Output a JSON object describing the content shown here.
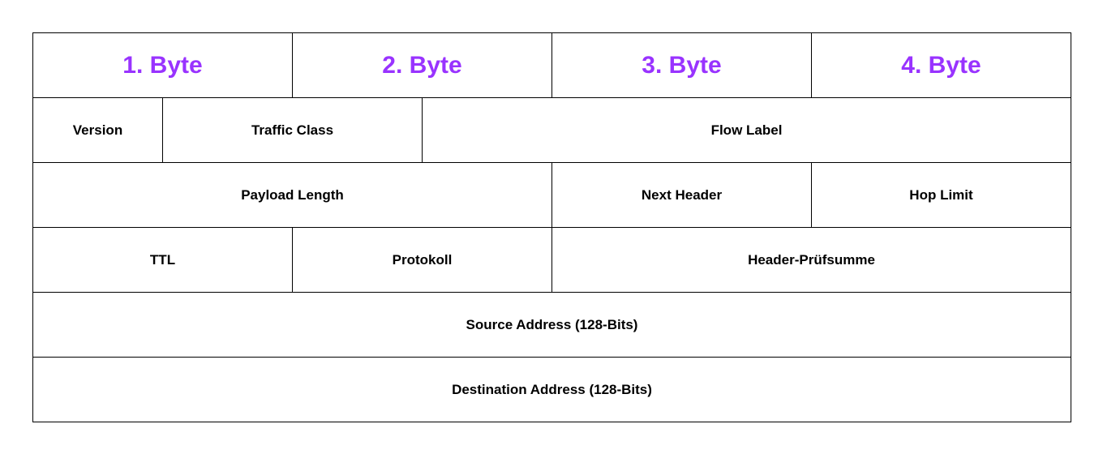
{
  "colors": {
    "byte_header": "#9933ff",
    "border": "#000000",
    "text": "#000000"
  },
  "byte_headers": [
    "1. Byte",
    "2. Byte",
    "3. Byte",
    "4. Byte"
  ],
  "rows": {
    "row1": [
      "Version",
      "Traffic Class",
      "Flow Label"
    ],
    "row2": [
      "Payload Length",
      "Next Header",
      "Hop Limit"
    ],
    "row3": [
      "TTL",
      "Protokoll",
      "Header-Prüfsumme"
    ],
    "row4": [
      "Source Address (128-Bits)"
    ],
    "row5": [
      "Destination Address (128-Bits)"
    ]
  }
}
